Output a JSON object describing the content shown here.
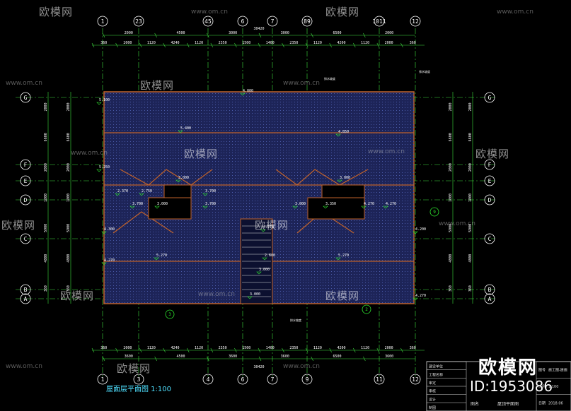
{
  "drawing": {
    "title": "屋面层平面图 1:100",
    "brand": "欧模网",
    "brand_id": "ID:1953086",
    "watermark": "欧模网",
    "watermark_url": "www.om.cn",
    "colors": {
      "background": "#000000",
      "grid_line": "#3fe03f",
      "roof_fill": "#1d2458",
      "roof_edge": "#c0622a",
      "dimension_text": "#ffffff",
      "axis_bubble": "#ffffff",
      "leader": "#2ee82e",
      "elevation_text": "#ffff66"
    }
  },
  "axes_top": [
    "1",
    "23",
    "45",
    "6",
    "7",
    "89",
    "1011",
    "12"
  ],
  "axes_bottom": [
    "1",
    "3",
    "4",
    "6",
    "7",
    "9",
    "11",
    "12"
  ],
  "axes_left": [
    "G",
    "F",
    "E",
    "D",
    "C",
    "B",
    "A"
  ],
  "axes_right": [
    "G",
    "F",
    "E",
    "D",
    "C",
    "B",
    "A"
  ],
  "dims_top_total": "30420",
  "dims_top_mid": [
    "2000",
    "4500",
    "3000",
    "3000",
    "6500",
    "2000"
  ],
  "dims_top_detail": [
    "360",
    "2000",
    "1120",
    "4240",
    "1120",
    "2350",
    "1500",
    "1400",
    "2350",
    "1120",
    "4200",
    "1120",
    "2000",
    "360"
  ],
  "dims_bottom_detail": [
    "360",
    "2000",
    "1120",
    "4240",
    "1120",
    "2350",
    "1500",
    "1400",
    "2350",
    "1120",
    "4200",
    "1120",
    "2000",
    "360"
  ],
  "dims_bottom_mid": [
    "3600",
    "4500",
    "3600",
    "3600",
    "6500",
    "3600"
  ],
  "dims_bottom_total": "30420",
  "dims_left": [
    "2000",
    "6600",
    "2000",
    "1800",
    "5900",
    "4800",
    "360"
  ],
  "dims_right": [
    "2000",
    "6600",
    "2000",
    "1800",
    "5900",
    "4800",
    "360"
  ],
  "elevations": [
    "5.100",
    "4.000",
    "5.400",
    "4.850",
    "5.250",
    "3.000",
    "3.000",
    "2.370",
    "2.750",
    "3.700",
    "3.700",
    "3.000",
    "3.700",
    "3.000",
    "3.350",
    "4.270",
    "4.270",
    "4.270",
    "4.300",
    "4.200",
    "5.270",
    "5.270",
    "2.600",
    "3.000",
    "4.270",
    "3.000",
    "4.270"
  ],
  "notes": [
    "排水坡度",
    "排水坡度",
    "排水坡度"
  ],
  "callouts": [
    "3",
    "2",
    "9"
  ],
  "title_block": {
    "rows": [
      "建设单位",
      "工程名称",
      "审定",
      "审核",
      "设计",
      "制图"
    ],
    "right_rows": [
      "图号",
      "比例",
      "日期"
    ],
    "right_values": [
      "施工图-建施",
      "1:100",
      "2018.06"
    ],
    "drawing_name": "屋顶平面图",
    "label_drawing": "图名"
  }
}
